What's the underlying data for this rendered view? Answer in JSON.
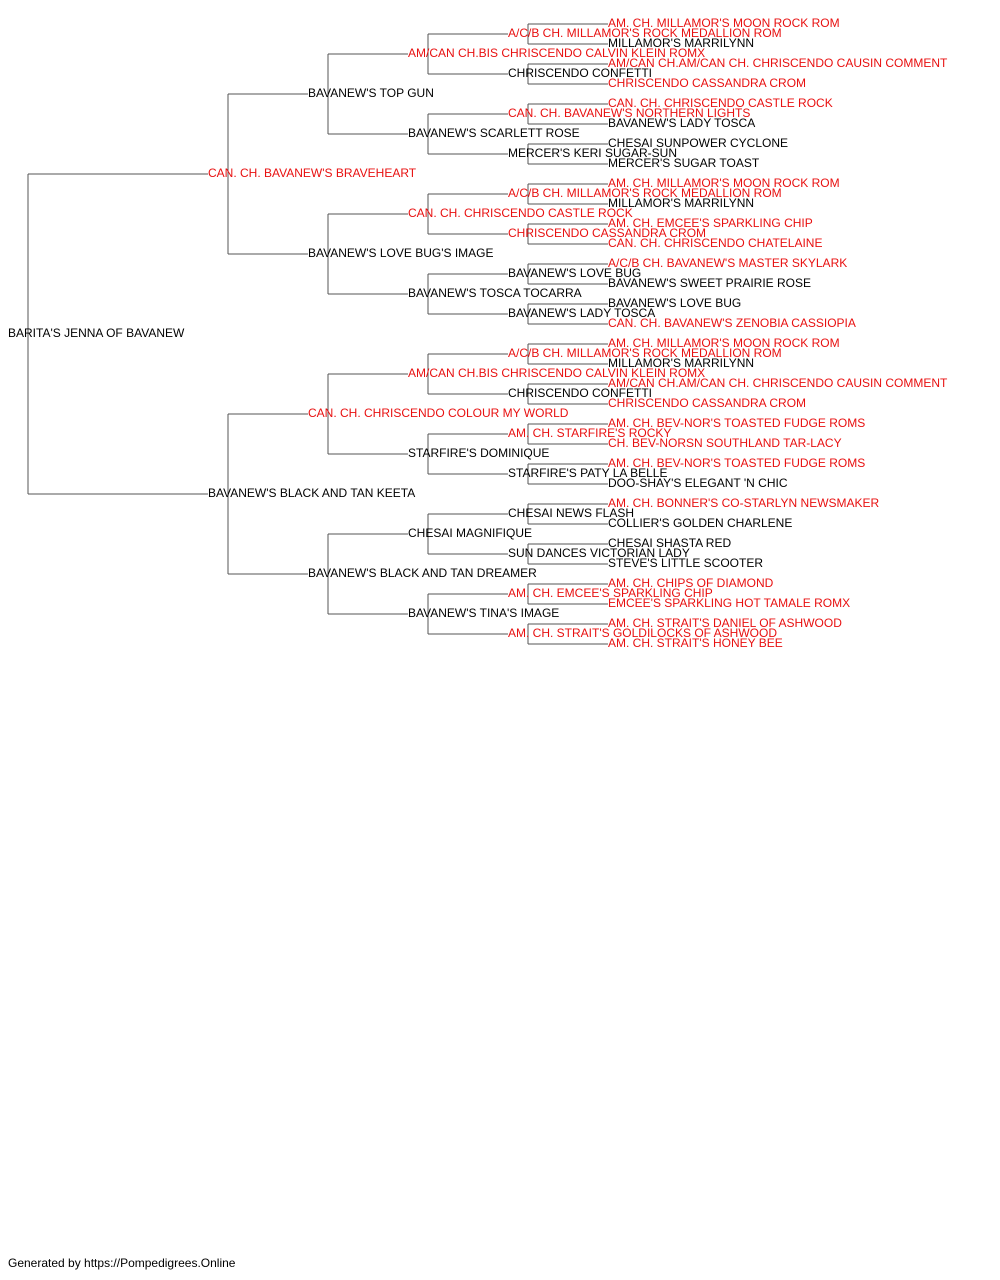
{
  "colors": {
    "champion": "#e81010",
    "normal": "#000000",
    "line": "#555555"
  },
  "pedigree": {
    "name": "BARITA'S JENNA OF BAVANEW",
    "champion": false,
    "sire": {
      "name": "CAN. CH. BAVANEW'S BRAVEHEART",
      "champion": true,
      "sire": {
        "name": "BAVANEW'S TOP GUN",
        "champion": false,
        "sire": {
          "name": "AM/CAN CH.BIS CHRISCENDO CALVIN KLEIN ROMX",
          "champion": true,
          "sire": {
            "name": "A/C/B CH. MILLAMOR'S ROCK MEDALLION ROM",
            "champion": true,
            "sire": {
              "name": "AM. CH. MILLAMOR'S MOON ROCK ROM",
              "champion": true
            },
            "dam": {
              "name": "MILLAMOR'S MARRILYNN",
              "champion": false
            }
          },
          "dam": {
            "name": "CHRISCENDO CONFETTI",
            "champion": false,
            "sire": {
              "name": "AM/CAN CH.AM/CAN CH. CHRISCENDO CAUSIN COMMENT",
              "champion": true
            },
            "dam": {
              "name": "CHRISCENDO CASSANDRA CROM",
              "champion": true
            }
          }
        },
        "dam": {
          "name": "BAVANEW'S SCARLETT ROSE",
          "champion": false,
          "sire": {
            "name": "CAN. CH. BAVANEW'S NORTHERN LIGHTS",
            "champion": true,
            "sire": {
              "name": "CAN. CH. CHRISCENDO CASTLE ROCK",
              "champion": true
            },
            "dam": {
              "name": "BAVANEW'S LADY TOSCA",
              "champion": false
            }
          },
          "dam": {
            "name": "MERCER'S KERI SUGAR-SUN",
            "champion": false,
            "sire": {
              "name": "CHESAI SUNPOWER CYCLONE",
              "champion": false
            },
            "dam": {
              "name": "MERCER'S SUGAR TOAST",
              "champion": false
            }
          }
        }
      },
      "dam": {
        "name": "BAVANEW'S LOVE BUG'S IMAGE",
        "champion": false,
        "sire": {
          "name": "CAN. CH. CHRISCENDO CASTLE ROCK",
          "champion": true,
          "sire": {
            "name": "A/C/B CH. MILLAMOR'S ROCK MEDALLION ROM",
            "champion": true,
            "sire": {
              "name": "AM. CH. MILLAMOR'S MOON ROCK ROM",
              "champion": true
            },
            "dam": {
              "name": "MILLAMOR'S MARRILYNN",
              "champion": false
            }
          },
          "dam": {
            "name": "CHRISCENDO CASSANDRA CROM",
            "champion": true,
            "sire": {
              "name": "AM. CH. EMCEE'S SPARKLING CHIP",
              "champion": true
            },
            "dam": {
              "name": "CAN. CH. CHRISCENDO CHATELAINE",
              "champion": true
            }
          }
        },
        "dam": {
          "name": "BAVANEW'S TOSCA TOCARRA",
          "champion": false,
          "sire": {
            "name": "BAVANEW'S LOVE BUG",
            "champion": false,
            "sire": {
              "name": "A/C/B CH. BAVANEW'S MASTER SKYLARK",
              "champion": true
            },
            "dam": {
              "name": "BAVANEW'S SWEET PRAIRIE ROSE",
              "champion": false
            }
          },
          "dam": {
            "name": "BAVANEW'S LADY TOSCA",
            "champion": false,
            "sire": {
              "name": "BAVANEW'S LOVE BUG",
              "champion": false
            },
            "dam": {
              "name": "CAN. CH. BAVANEW'S ZENOBIA CASSIOPIA",
              "champion": true
            }
          }
        }
      }
    },
    "dam": {
      "name": "BAVANEW'S BLACK AND TAN KEETA",
      "champion": false,
      "sire": {
        "name": "CAN. CH. CHRISCENDO COLOUR MY WORLD",
        "champion": true,
        "sire": {
          "name": "AM/CAN CH.BIS CHRISCENDO CALVIN KLEIN ROMX",
          "champion": true,
          "sire": {
            "name": "A/C/B CH. MILLAMOR'S ROCK MEDALLION ROM",
            "champion": true,
            "sire": {
              "name": "AM. CH. MILLAMOR'S MOON ROCK ROM",
              "champion": true
            },
            "dam": {
              "name": "MILLAMOR'S MARRILYNN",
              "champion": false
            }
          },
          "dam": {
            "name": "CHRISCENDO CONFETTI",
            "champion": false,
            "sire": {
              "name": "AM/CAN CH.AM/CAN CH. CHRISCENDO CAUSIN COMMENT",
              "champion": true
            },
            "dam": {
              "name": "CHRISCENDO CASSANDRA CROM",
              "champion": true
            }
          }
        },
        "dam": {
          "name": "STARFIRE'S DOMINIQUE",
          "champion": false,
          "sire": {
            "name": "AM. CH. STARFIRE'S ROCKY",
            "champion": true,
            "sire": {
              "name": "AM. CH. BEV-NOR'S TOASTED FUDGE ROMS",
              "champion": true
            },
            "dam": {
              "name": "CH. BEV-NORSN SOUTHLAND TAR-LACY",
              "champion": true
            }
          },
          "dam": {
            "name": "STARFIRE'S PATY LA BELLE",
            "champion": false,
            "sire": {
              "name": "AM. CH. BEV-NOR'S TOASTED FUDGE ROMS",
              "champion": true
            },
            "dam": {
              "name": "DOO-SHAY'S ELEGANT 'N CHIC",
              "champion": false
            }
          }
        }
      },
      "dam": {
        "name": "BAVANEW'S BLACK AND TAN DREAMER",
        "champion": false,
        "sire": {
          "name": "CHESAI MAGNIFIQUE",
          "champion": false,
          "sire": {
            "name": "CHESAI NEWS FLASH",
            "champion": false,
            "sire": {
              "name": "AM. CH. BONNER'S CO-STARLYN NEWSMAKER",
              "champion": true
            },
            "dam": {
              "name": "COLLIER'S GOLDEN CHARLENE",
              "champion": false
            }
          },
          "dam": {
            "name": "SUN DANCES VICTORIAN LADY",
            "champion": false,
            "sire": {
              "name": "CHESAI SHASTA RED",
              "champion": false
            },
            "dam": {
              "name": "STEVE'S LITTLE SCOOTER",
              "champion": false
            }
          }
        },
        "dam": {
          "name": "BAVANEW'S TINA'S IMAGE",
          "champion": false,
          "sire": {
            "name": "AM. CH. EMCEE'S SPARKLING CHIP",
            "champion": true,
            "sire": {
              "name": "AM. CH. CHIPS OF DIAMOND",
              "champion": true
            },
            "dam": {
              "name": "EMCEE'S SPARKLING HOT TAMALE ROMX",
              "champion": true
            }
          },
          "dam": {
            "name": "AM. CH. STRAIT'S GOLDILOCKS OF ASHWOOD",
            "champion": true,
            "sire": {
              "name": "AM. CH. STRAIT'S DANIEL OF ASHWOOD",
              "champion": true
            },
            "dam": {
              "name": "AM. CH. STRAIT'S HONEY BEE",
              "champion": true
            }
          }
        }
      }
    }
  },
  "footer": "Generated by https://Pompedigrees.Online"
}
